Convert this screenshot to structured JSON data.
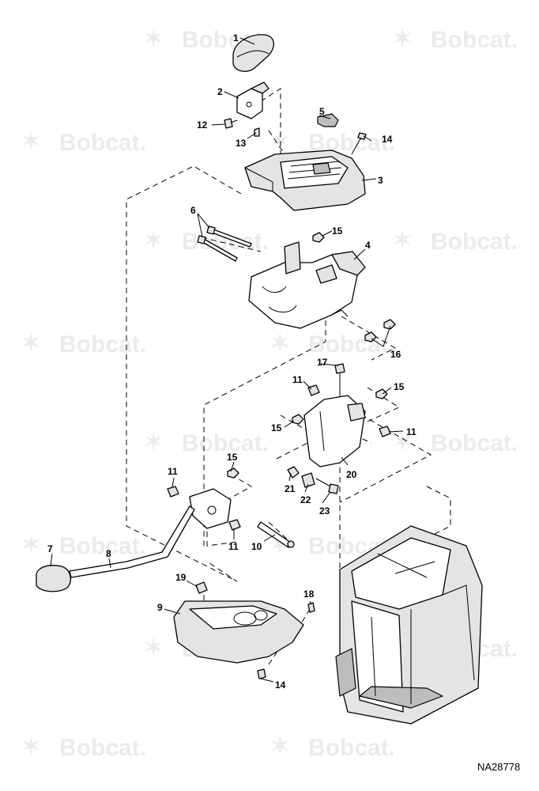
{
  "watermark": {
    "text": "Bobcat."
  },
  "drawing_ref": "NA28778",
  "callouts": [
    {
      "n": "1"
    },
    {
      "n": "2"
    },
    {
      "n": "3"
    },
    {
      "n": "4"
    },
    {
      "n": "5"
    },
    {
      "n": "6"
    },
    {
      "n": "7"
    },
    {
      "n": "8"
    },
    {
      "n": "9"
    },
    {
      "n": "10"
    },
    {
      "n": "11"
    },
    {
      "n": "11"
    },
    {
      "n": "11"
    },
    {
      "n": "11"
    },
    {
      "n": "12"
    },
    {
      "n": "13"
    },
    {
      "n": "14"
    },
    {
      "n": "14"
    },
    {
      "n": "15"
    },
    {
      "n": "15"
    },
    {
      "n": "15"
    },
    {
      "n": "15"
    },
    {
      "n": "16"
    },
    {
      "n": "17"
    },
    {
      "n": "18"
    },
    {
      "n": "19"
    },
    {
      "n": "20"
    },
    {
      "n": "21"
    },
    {
      "n": "22"
    },
    {
      "n": "23"
    }
  ]
}
